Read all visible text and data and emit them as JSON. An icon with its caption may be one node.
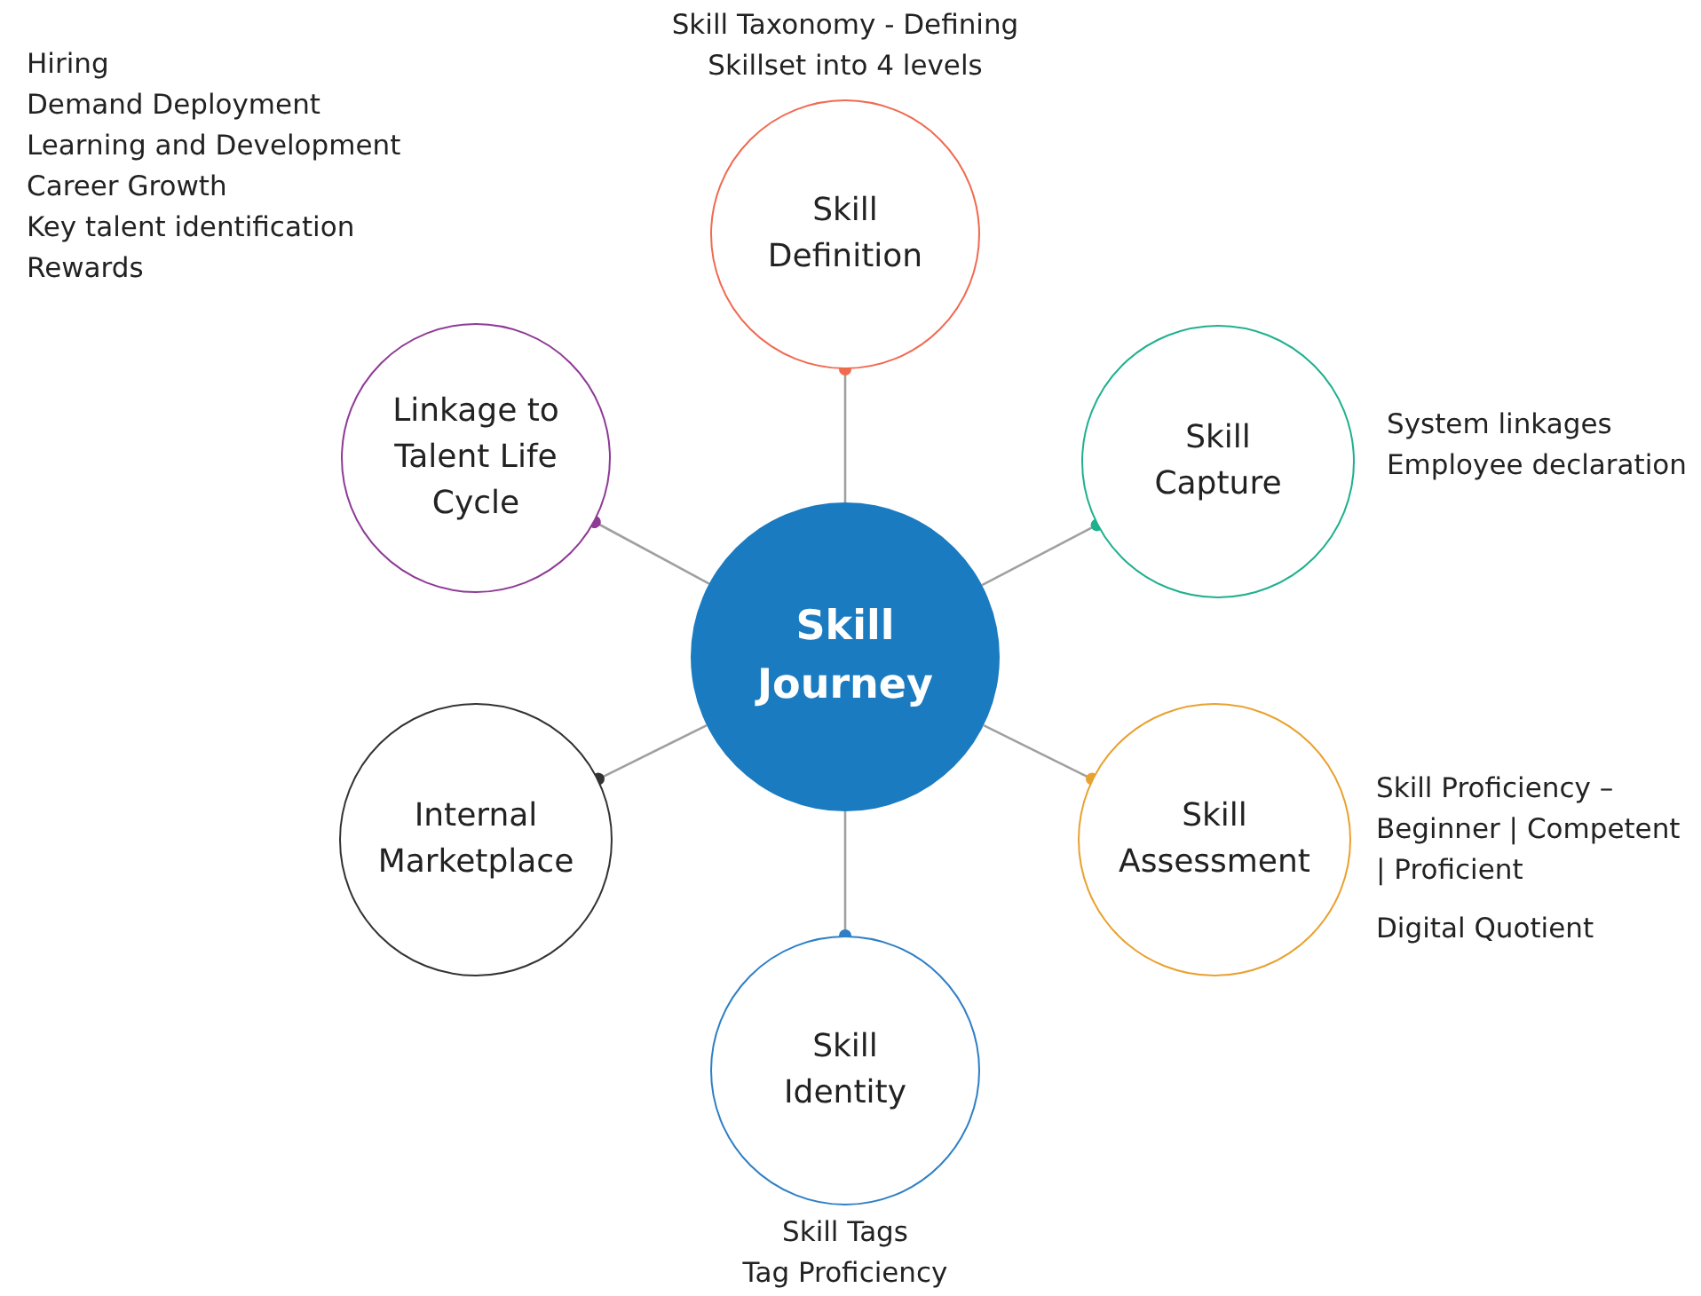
{
  "diagram": {
    "nodes": [
      {
        "text": [
          "Skill Journey"
        ]
      },
      {
        "text": [
          "Skill Definition"
        ],
        "beside": [
          "Skill Taxonomy - Defining Skillset into 4 levels"
        ]
      },
      {
        "text": [
          "Skill Capture"
        ],
        "beside": [
          "System linkages",
          "Employee declaration"
        ]
      },
      {
        "text": [
          "Skill Assessment"
        ],
        "beside": [
          "Skill Proficiency – Beginner | Competent | Proficient",
          "Digital Quotient"
        ]
      },
      {
        "text": [
          "Skill Identity"
        ],
        "beside": [
          "Skill Tags",
          "Tag Proficiency"
        ]
      },
      {
        "text": [
          "Internal Marketplace"
        ]
      },
      {
        "text": [
          "Linkage to Talent Life Cycle"
        ],
        "beside": [
          "Hiring",
          "Demand Deployment",
          "Learning and Development",
          "Career Growth",
          "Key talent identification",
          "Rewards"
        ]
      }
    ],
    "edges": [
      {
        "from": 0,
        "to": 1,
        "arrow": "other"
      },
      {
        "from": 0,
        "to": 2,
        "arrow": "other"
      },
      {
        "from": 0,
        "to": 3,
        "arrow": "other"
      },
      {
        "from": 0,
        "to": 4,
        "arrow": "other"
      },
      {
        "from": 0,
        "to": 5,
        "arrow": "other"
      },
      {
        "from": 0,
        "to": 6,
        "arrow": "other"
      }
    ]
  }
}
